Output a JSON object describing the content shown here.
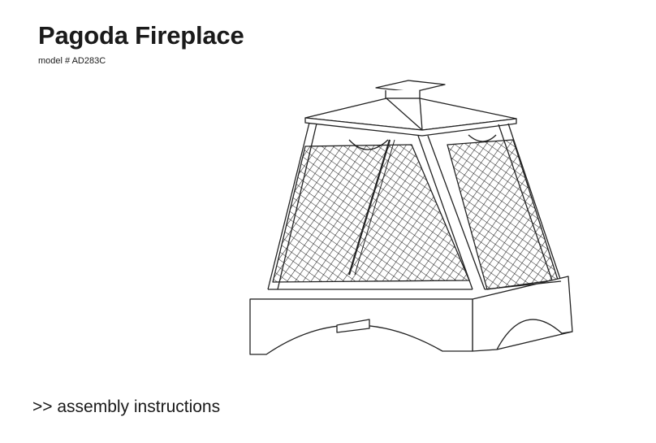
{
  "document": {
    "title": "Pagoda Fireplace",
    "model": "model # AD283C",
    "footer": ">> assembly instructions"
  },
  "illustration": {
    "icon": "pagoda-fireplace-line-drawing"
  }
}
